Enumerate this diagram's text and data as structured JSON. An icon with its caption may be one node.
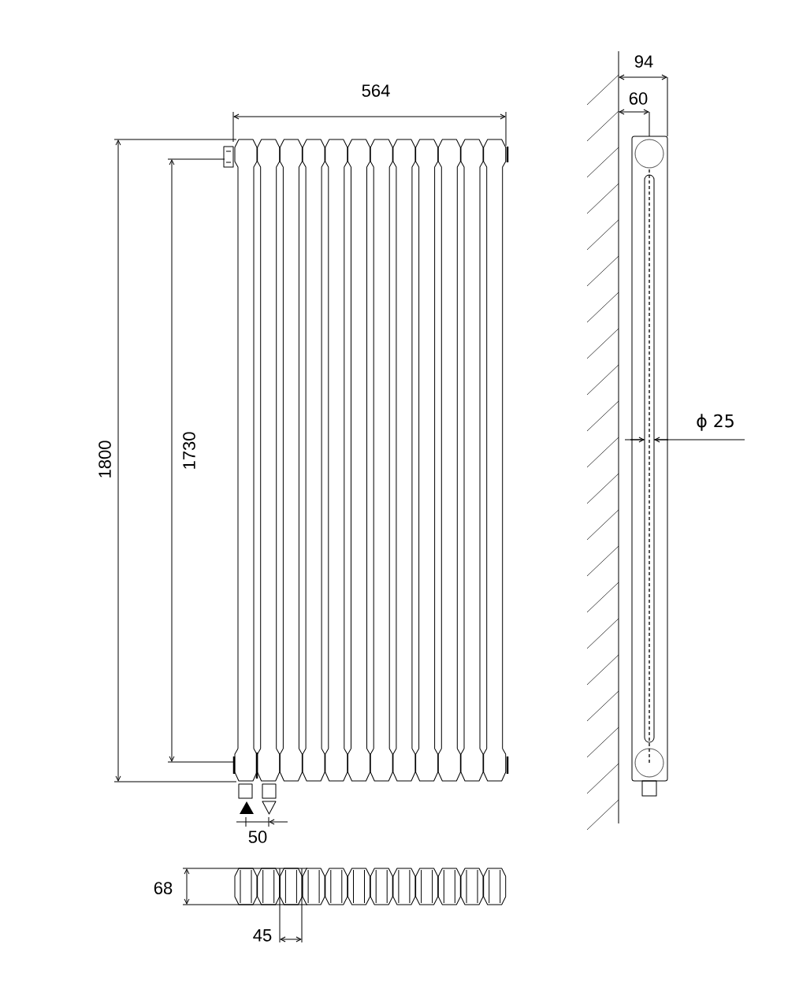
{
  "diagram": {
    "labels": [
      "94",
      "564",
      "60",
      "ϕ 25",
      "1800",
      "1730",
      "50",
      "68",
      "45"
    ]
  }
}
